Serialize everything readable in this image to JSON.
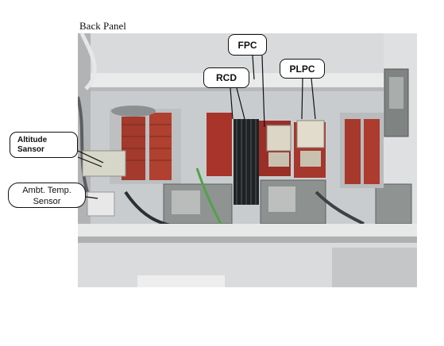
{
  "page": {
    "caption": "Back Panel"
  },
  "callouts": {
    "fpc": "FPC",
    "rcd": "RCD",
    "plpc": "PLPC",
    "altitude_sensor_line1": "Altitude",
    "altitude_sensor_line2": "Sansor",
    "ambient_sensor_line1": "Ambt. Temp.",
    "ambient_sensor_line2": "Sensor"
  }
}
